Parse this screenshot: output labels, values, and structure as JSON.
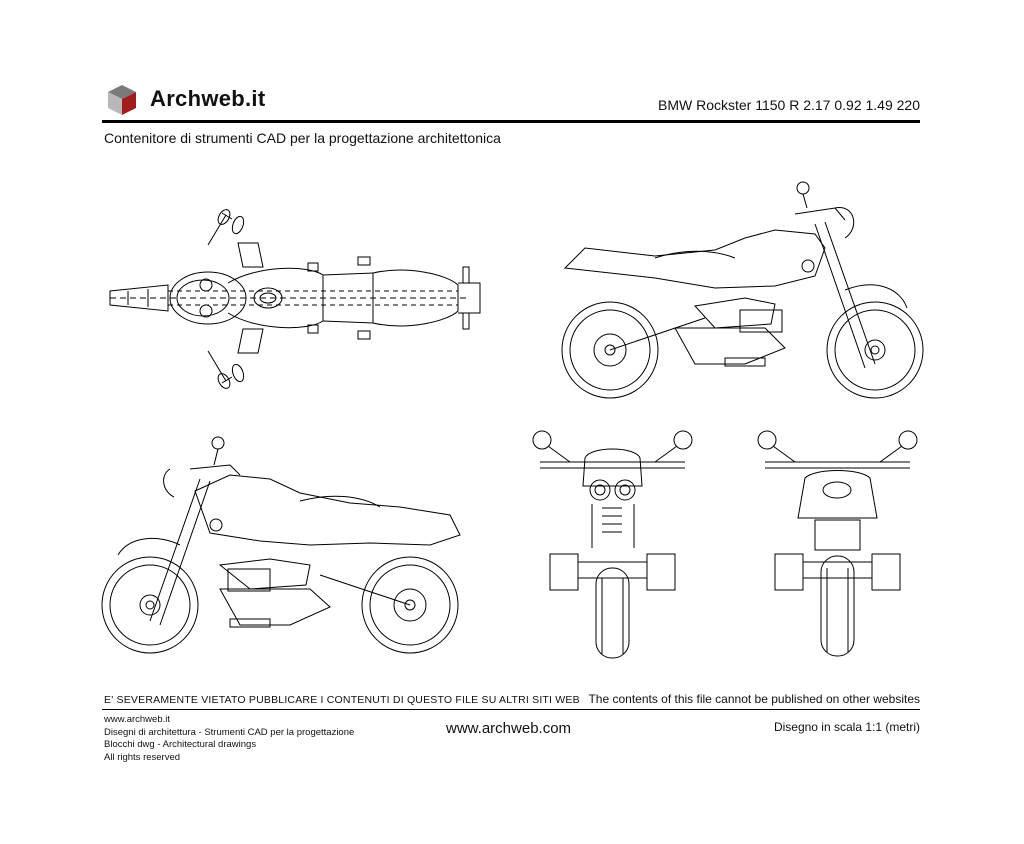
{
  "header": {
    "logo_text": "Archweb.it",
    "drawing_title": "BMW Rockster 1150 R 2.17 0.92 1.49 220",
    "subtitle": "Contenitore di strumenti CAD per la progettazione architettonica",
    "logo_colors": {
      "top": "#7a7a7a",
      "left": "#b8b8b8",
      "right": "#a11d1d"
    }
  },
  "views": [
    "top-view",
    "right-side-view",
    "left-side-view",
    "front-view",
    "rear-view"
  ],
  "footer": {
    "warning_it": "E' SEVERAMENTE VIETATO PUBBLICARE I CONTENUTI DI QUESTO FILE SU ALTRI SITI WEB",
    "warning_en": "The contents of this file cannot be published on other websites",
    "left_lines": [
      "www.archweb.it",
      "Disegni di architettura - Strumenti CAD  per la progettazione",
      "Blocchi dwg - Architectural drawings",
      "All rights reserved"
    ],
    "center_url": "www.archweb.com",
    "scale_text": "Disegno in scala 1:1 (metri)"
  }
}
